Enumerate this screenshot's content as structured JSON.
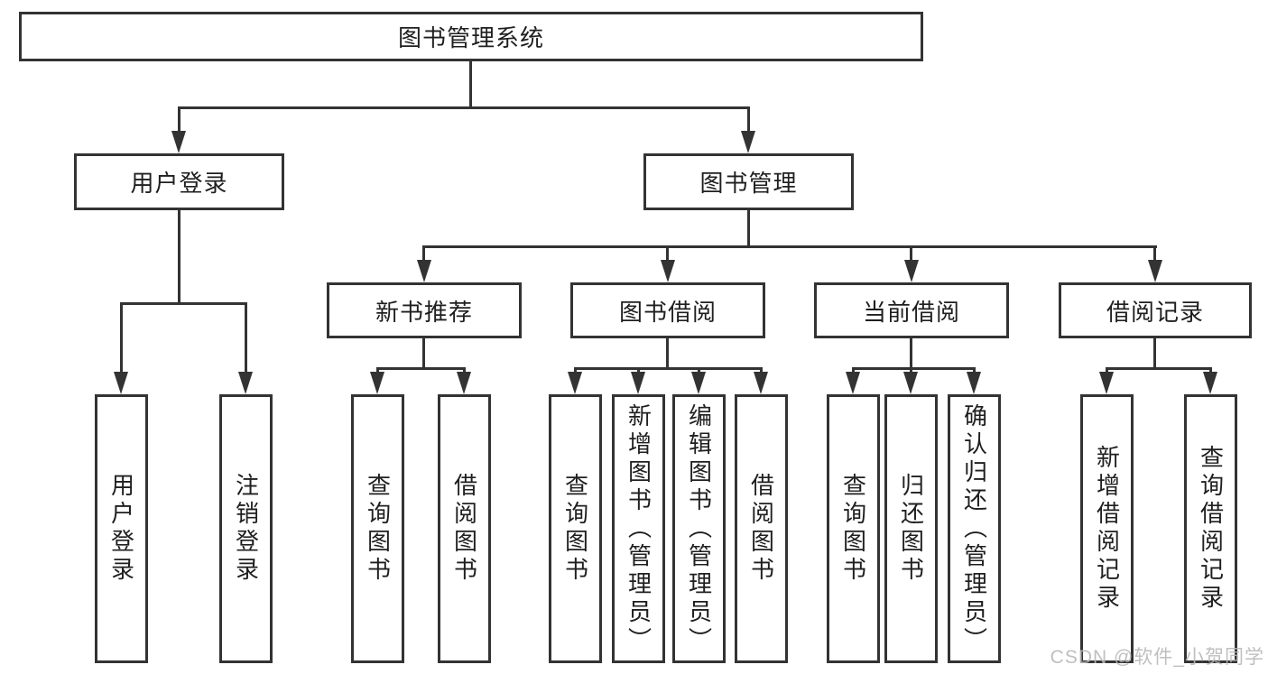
{
  "diagram": {
    "title": "图书管理系统",
    "branches": [
      {
        "label": "用户登录",
        "children": [
          {
            "label": "用户登录"
          },
          {
            "label": "注销登录"
          }
        ]
      },
      {
        "label": "图书管理",
        "children": [
          {
            "label": "新书推荐",
            "children": [
              {
                "label": "查询图书"
              },
              {
                "label": "借阅图书"
              }
            ]
          },
          {
            "label": "图书借阅",
            "children": [
              {
                "label": "查询图书"
              },
              {
                "label": "新增图书（管理员）"
              },
              {
                "label": "编辑图书（管理员）"
              },
              {
                "label": "借阅图书"
              }
            ]
          },
          {
            "label": "当前借阅",
            "children": [
              {
                "label": "查询图书"
              },
              {
                "label": "归还图书"
              },
              {
                "label": "确认归还（管理员）"
              }
            ]
          },
          {
            "label": "借阅记录",
            "children": [
              {
                "label": "新增借阅记录"
              },
              {
                "label": "查询借阅记录"
              }
            ]
          }
        ]
      }
    ]
  },
  "watermark": {
    "text": "CSDN @软件_小贺同学"
  },
  "colors": {
    "line": "#333333",
    "text": "#1f1f1f",
    "background": "#ffffff",
    "watermark": "#b9b9b9"
  }
}
